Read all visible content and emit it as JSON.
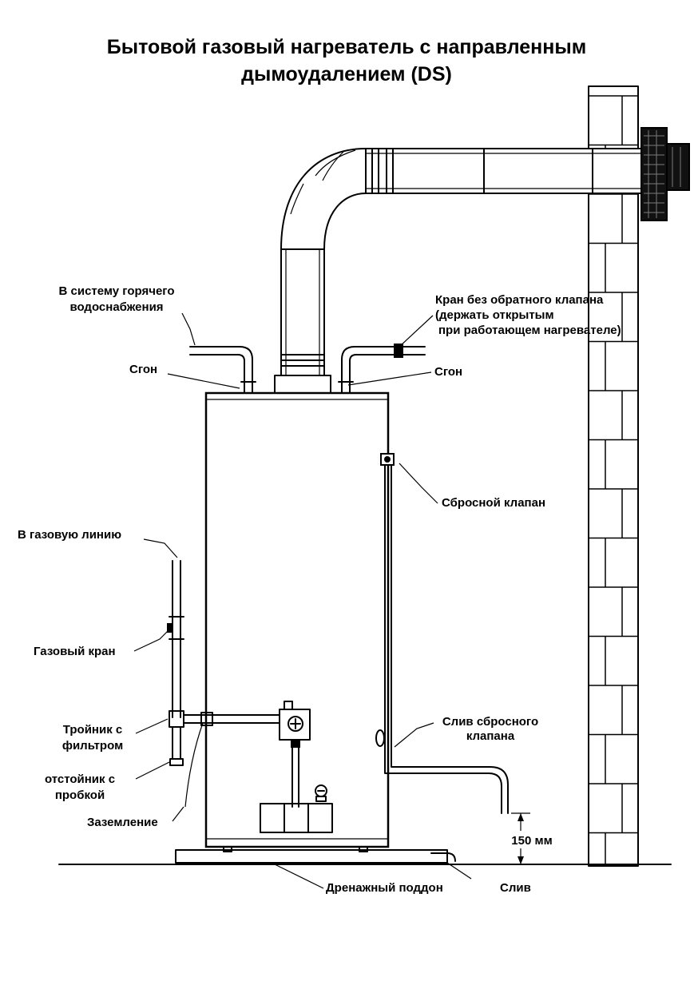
{
  "title": {
    "line1": "Бытовой газовый нагреватель с направленным",
    "line2": "дымоудалением (DS)"
  },
  "labels": {
    "hot_water": [
      "В систему горячего",
      "водоснабжения"
    ],
    "valve_no_check": [
      "Кран без обратного клапана",
      "(держать открытым",
      "при работающем нагревателе)"
    ],
    "union_left": "Сгон",
    "union_right": "Сгон",
    "relief_valve": "Сбросной клапан",
    "gas_line": "В газовую линию",
    "gas_valve": "Газовый кран",
    "tee_filter": [
      "Тройник с",
      "фильтром"
    ],
    "sediment_trap": [
      "отстойник с",
      "пробкой"
    ],
    "grounding": "Заземление",
    "relief_drain": [
      "Слив сбросного",
      "клапана"
    ],
    "clearance": "150 мм",
    "drain_pan": "Дренажный поддон",
    "drain": "Слив"
  }
}
